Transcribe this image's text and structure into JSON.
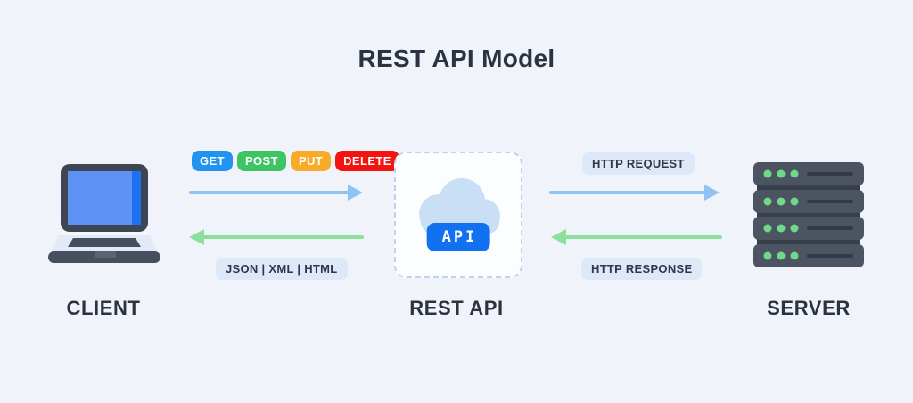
{
  "title": "REST API Model",
  "client": {
    "label": "CLIENT"
  },
  "rest_api": {
    "label": "REST API",
    "api_button_label": "API"
  },
  "server": {
    "label": "SERVER"
  },
  "client_api_channel": {
    "methods": [
      {
        "label": "GET",
        "color": "#2193f0"
      },
      {
        "label": "POST",
        "color": "#3fc463"
      },
      {
        "label": "PUT",
        "color": "#f7ab26"
      },
      {
        "label": "DELETE",
        "color": "#f31410"
      }
    ],
    "response_formats": "JSON | XML | HTML"
  },
  "api_server_channel": {
    "request_label": "HTTP REQUEST",
    "response_label": "HTTP RESPONSE"
  },
  "colors": {
    "background": "#f0f4fa",
    "text_dark": "#2b3240",
    "request_arrow_blue": "#8fc3f4",
    "response_arrow_green": "#8ce09c",
    "info_badge_bg": "#dde8f8",
    "api_button_bg": "#1171f0",
    "cloud_fill": "#c9dff6",
    "dashed_border": "#bcd3f1"
  }
}
